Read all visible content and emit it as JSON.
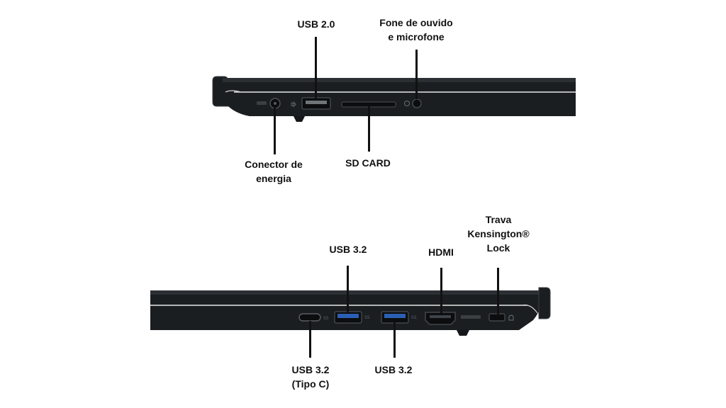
{
  "colors": {
    "chassis": "#1b1e21",
    "chassis_edge": "#2c3034",
    "highlight": "#e8e8e8",
    "usb3_blue": "#2b5fb3",
    "leader": "#111111",
    "text": "#111111"
  },
  "left_side": {
    "labels": {
      "usb20": [
        "USB 2.0"
      ],
      "audio": [
        "Fone de ouvido",
        "e microfone"
      ],
      "power": [
        "Conector de",
        "energia"
      ],
      "sdcard": [
        "SD CARD"
      ]
    }
  },
  "right_side": {
    "labels": {
      "usbc": [
        "USB 3.2",
        "(Tipo C)"
      ],
      "usba1": [
        "USB 3.2"
      ],
      "usba2": [
        "USB 3.2"
      ],
      "hdmi": [
        "HDMI"
      ],
      "lock": [
        "Trava",
        "Kensington®",
        "Lock"
      ]
    }
  }
}
